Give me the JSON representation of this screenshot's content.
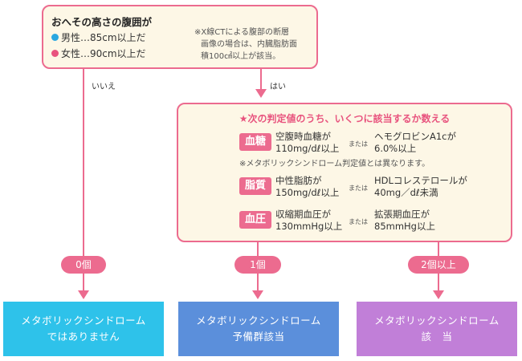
{
  "top": {
    "title": "おへその高さの腹囲が",
    "male": "男性…85cm以上だ",
    "female": "女性…90cm以上だ",
    "note_l1": "※X線CTによる腹部の断層",
    "note_l2": "画像の場合は、内臓脂肪面",
    "note_l3": "積100㎠以上が該当。",
    "male_color": "#2aa7e0",
    "female_color": "#e8537e"
  },
  "branch": {
    "no": "いいえ",
    "yes": "はい"
  },
  "criteria": {
    "heading": "★次の判定値のうち、いくつに該当するか数える",
    "or_label": "または",
    "blood_sugar": {
      "badge": "血糖",
      "a1": "空腹時血糖が",
      "a2": "110mg/dℓ以上",
      "b1": "ヘモグロビンA1cが",
      "b2": "6.0%以上"
    },
    "note": "※メタボリックシンドローム判定値とは異なります。",
    "lipid": {
      "badge": "脂質",
      "a1": "中性脂肪が",
      "a2": "150mg/dℓ以上",
      "b1": "HDLコレステロールが",
      "b2": "40mg／dℓ未満"
    },
    "pressure": {
      "badge": "血圧",
      "a1": "収縮期血圧が",
      "a2": "130mmHg以上",
      "b1": "拡張期血圧が",
      "b2": "85mmHg以上"
    }
  },
  "counts": {
    "zero": "0個",
    "one": "1個",
    "two_plus": "2個以上"
  },
  "results": {
    "none": {
      "l1": "メタボリックシンドローム",
      "l2": "ではありません",
      "color": "#2ec2ea"
    },
    "pre": {
      "l1": "メタボリックシンドローム",
      "l2": "予備群該当",
      "color": "#5b8fdb"
    },
    "yes": {
      "l1": "メタボリックシンドローム",
      "l2": "該　当",
      "color": "#c17fd8"
    }
  },
  "accent_color": "#ec6b8f"
}
